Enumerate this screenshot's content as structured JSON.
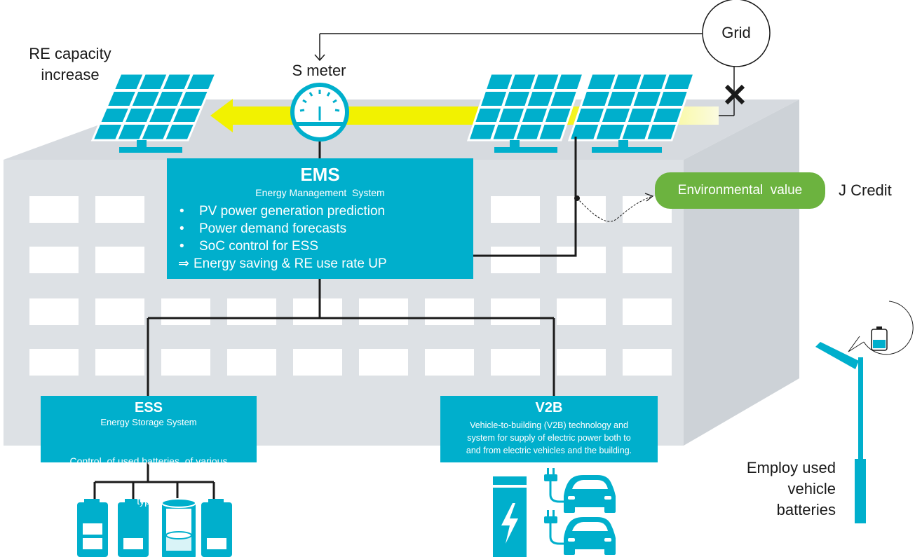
{
  "labels": {
    "re_capacity": [
      "RE capacity",
      "increase"
    ],
    "s_meter": "S meter",
    "grid": "Grid",
    "j_credit": "J Credit",
    "environmental_value": "Environmental  value",
    "employ_batteries": [
      "Employ used",
      "vehicle",
      "batteries"
    ]
  },
  "ems": {
    "title": "EMS",
    "subtitle": "Energy Management  System",
    "items": [
      {
        "bullet": "•",
        "text": "PV power generation prediction"
      },
      {
        "bullet": "•",
        "text": "Power demand forecasts"
      },
      {
        "bullet": "•",
        "text": "SoC control for ESS"
      }
    ],
    "result": {
      "bullet": "⇒",
      "text": "Energy saving & RE use rate UP"
    }
  },
  "ess": {
    "title": "ESS",
    "subtitle": "Energy Storage System",
    "description": [
      "Control  of used batteries  of various",
      "types"
    ]
  },
  "v2b": {
    "title": "V2B",
    "description": [
      "Vehicle-to-building (V2B) technology and",
      "system for supply of electric power both to",
      "and from electric vehicles and the building."
    ]
  },
  "colors": {
    "accent": "#00afcc",
    "building": "#dde1e5",
    "green": "#6cb33f",
    "flow_arrow": "#f2f200",
    "line": "#1a1a1a"
  }
}
